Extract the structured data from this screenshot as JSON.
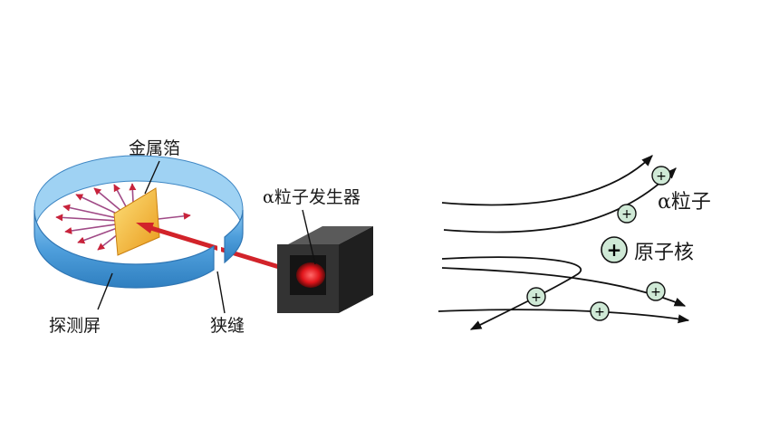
{
  "left_figure": {
    "labels": {
      "foil": "金属箔",
      "source": "α粒子发生器",
      "screen": "探测屏",
      "slit": "狭缝"
    }
  },
  "right_figure": {
    "labels": {
      "alpha": "α粒子",
      "nucleus": "原子核"
    },
    "charge_symbol": "+"
  },
  "colors": {
    "screen": "#5aa7e0",
    "foil": "#f2b12b",
    "beam": "#d2232a",
    "box": "#2f2f2f",
    "particle_fill": "#cfe9d6"
  }
}
